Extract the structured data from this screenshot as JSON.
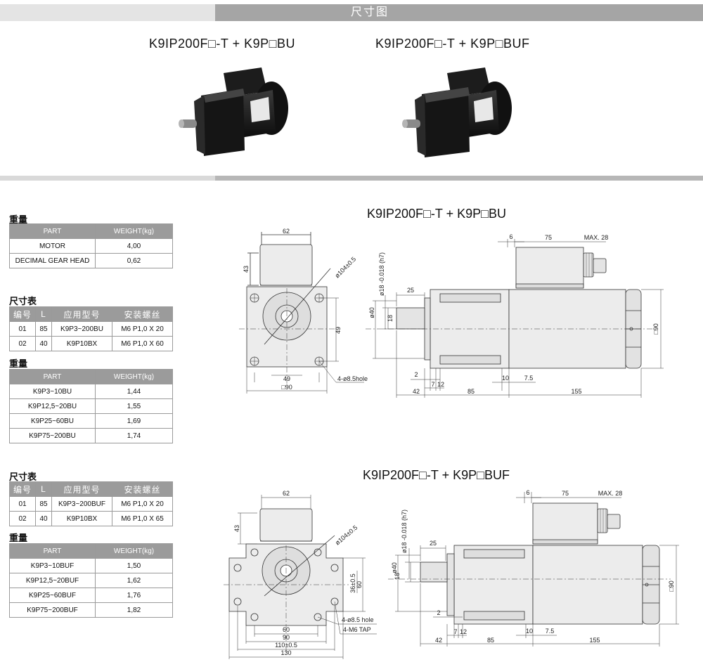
{
  "header": {
    "title": "尺寸图"
  },
  "products": [
    {
      "title": "K9IP200F□-T + K9P□BU"
    },
    {
      "title": "K9IP200F□-T + K9P□BUF"
    }
  ],
  "bu": {
    "weight_label": "重量",
    "weight_headers": [
      "PART",
      "WEIGHT(kg)"
    ],
    "weight_rows": [
      [
        "MOTOR",
        "4,00"
      ],
      [
        "DECIMAL GEAR HEAD",
        "0,62"
      ]
    ],
    "size_label": "尺寸表",
    "size_headers": [
      "编号",
      "L",
      "应用型号",
      "安装螺丝"
    ],
    "size_rows": [
      [
        "01",
        "85",
        "K9P3~200BU",
        "M6 P1,0 X 20"
      ],
      [
        "02",
        "40",
        "K9P10BX",
        "M6 P1,0 X 60"
      ]
    ],
    "gear_label": "重量",
    "gear_headers": [
      "PART",
      "WEIGHT(kg)"
    ],
    "gear_rows": [
      [
        "K9P3~10BU",
        "1,44"
      ],
      [
        "K9P12,5~20BU",
        "1,55"
      ],
      [
        "K9P25~60BU",
        "1,69"
      ],
      [
        "K9P75~200BU",
        "1,74"
      ]
    ],
    "drawing": {
      "title": "K9IP200F□-T + K9P□BU",
      "front": {
        "d62": "62",
        "d43": "43",
        "d104": "ø104±0.5",
        "d49v": "49",
        "d49h": "49",
        "d90": "□90",
        "hole": "4-ø8.5hole"
      },
      "side": {
        "d6": "6",
        "d75": "75",
        "max28": "MAX. 28",
        "shaft": "ø18 -0.018 (h7)",
        "d25": "25",
        "d40": "ø40",
        "d18": "18",
        "d90": "□90",
        "d2": "2",
        "d7": "7",
        "d12": "12",
        "d10": "10",
        "d7_5": "7.5",
        "d42": "42",
        "d85": "85",
        "d155": "155"
      }
    }
  },
  "buf": {
    "size_label": "尺寸表",
    "size_headers": [
      "编号",
      "L",
      "应用型号",
      "安装螺丝"
    ],
    "size_rows": [
      [
        "01",
        "85",
        "K9P3~200BUF",
        "M6 P1,0 X 20"
      ],
      [
        "02",
        "40",
        "K9P10BX",
        "M6 P1,0 X 65"
      ]
    ],
    "gear_label": "重量",
    "gear_headers": [
      "PART",
      "WEIGHT(kg)"
    ],
    "gear_rows": [
      [
        "K9P3~10BUF",
        "1,50"
      ],
      [
        "K9P12,5~20BUF",
        "1,62"
      ],
      [
        "K9P25~60BUF",
        "1,76"
      ],
      [
        "K9P75~200BUF",
        "1,82"
      ]
    ],
    "drawing": {
      "title": "K9IP200F□-T + K9P□BUF",
      "front": {
        "d62": "62",
        "d43": "43",
        "d104": "ø104±0.5",
        "d36": "36±0.5",
        "d60v": "60",
        "d60h": "60",
        "d90": "90",
        "d110": "110±0.5",
        "d130": "130",
        "hole": "4-ø8.5 hole",
        "tap": "4-M6 TAP"
      },
      "side": {
        "d6": "6",
        "d75": "75",
        "max28": "MAX. 28",
        "shaft": "ø18 -0.018 (h7)",
        "d25": "25",
        "d40": "ø40",
        "d18": "18",
        "d90": "□90",
        "d2": "2",
        "d7": "7",
        "d12": "12",
        "d10": "10",
        "d7_5": "7.5",
        "d42": "42",
        "d85": "85",
        "d155": "155"
      }
    }
  }
}
